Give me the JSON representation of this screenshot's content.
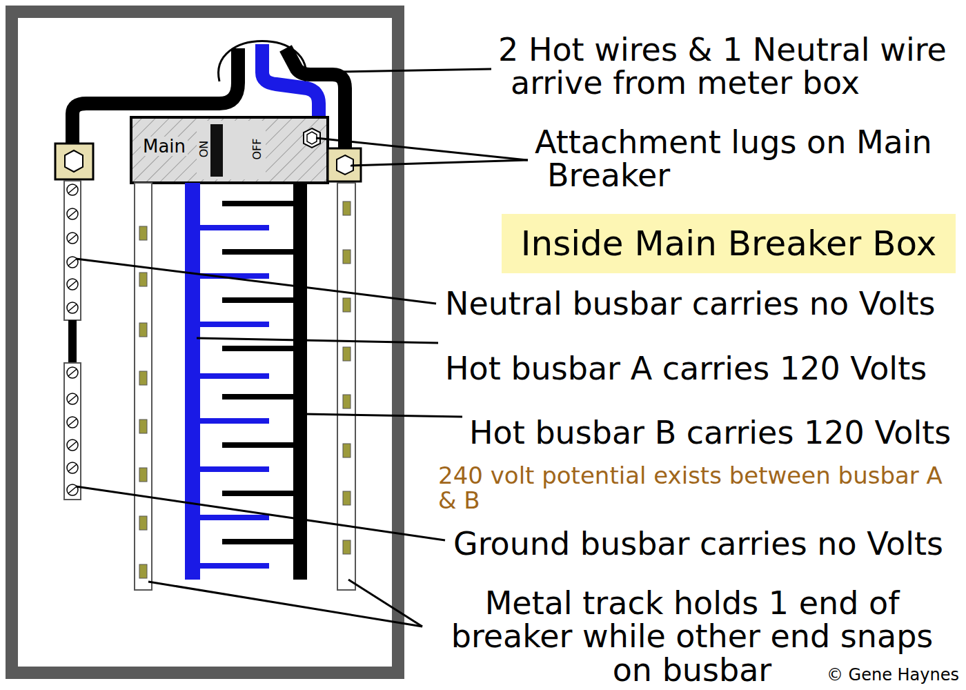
{
  "diagram": {
    "title": "Inside Main Breaker Box",
    "nodes": [
      {
        "text": [
          "Main",
          "ON",
          "OFF"
        ]
      }
    ],
    "labels": [
      "2 Hot wires & 1 Neutral wire arrive from meter box",
      "Attachment lugs on Main Breaker",
      "Neutral busbar carries no Volts",
      "Hot busbar A carries 120 Volts",
      "Hot busbar B carries 120 Volts",
      "240 volt potential exists between busbar A & B",
      "Ground busbar carries no Volts",
      "Metal track holds 1 end of breaker while other end snaps on busbar",
      "© Gene Haynes"
    ]
  }
}
